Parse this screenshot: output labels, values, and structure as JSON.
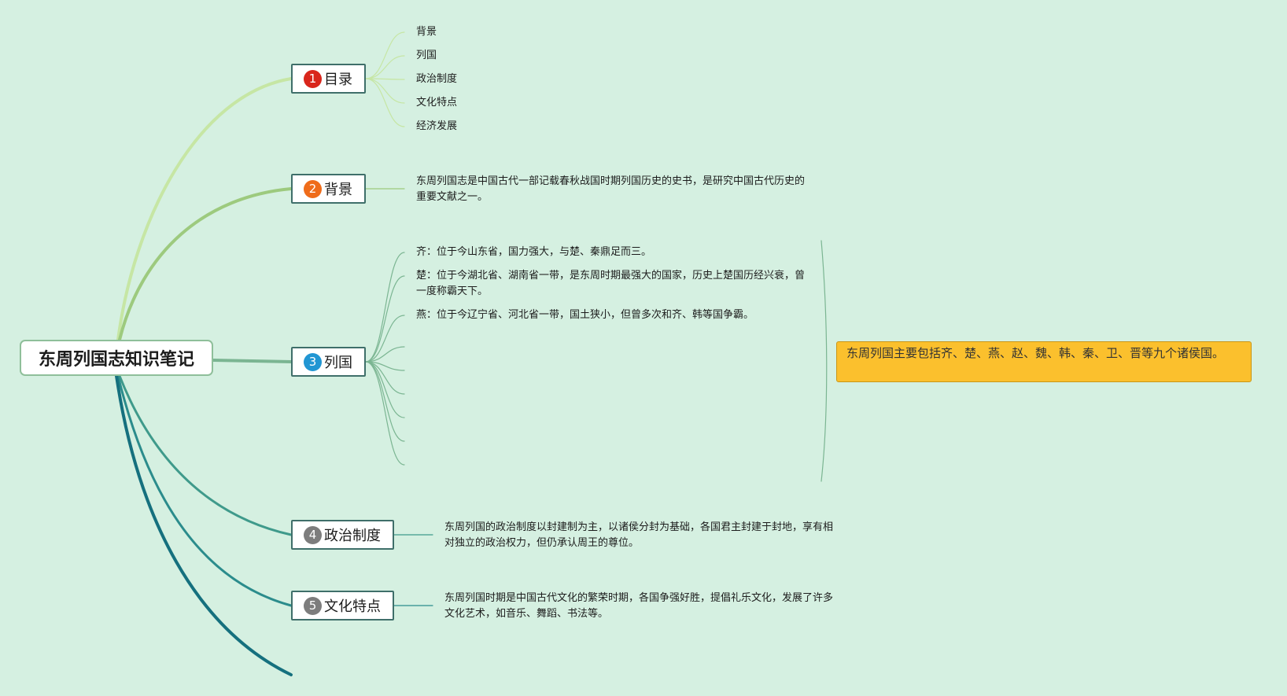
{
  "root": {
    "title": "东周列国志知识笔记"
  },
  "topics": [
    {
      "num": "1",
      "label": "目录",
      "badge_color": "#d9261c",
      "line_color": "#c6e6a4",
      "children": [
        "背景",
        "列国",
        "政治制度",
        "文化特点",
        "经济发展"
      ]
    },
    {
      "num": "2",
      "label": "背景",
      "badge_color": "#ef6c1a",
      "line_color": "#9dca7e",
      "text": "东周列国志是中国古代一部记载春秋战国时期列国历史的史书，是研究中国古代历史的重要文献之一。"
    },
    {
      "num": "3",
      "label": "列国",
      "badge_color": "#2196d3",
      "line_color": "#7bb592",
      "children": [
        "齐：位于今山东省，国力强大，与楚、秦鼎足而三。",
        "楚：位于今湖北省、湖南省一带，是东周时期最强大的国家，历史上楚国历经兴衰，曾一度称霸天下。",
        "燕：位于今辽宁省、河北省一带，国土狭小，但曾多次和齐、韩等国争霸。"
      ],
      "summary": "东周列国主要包括齐、楚、燕、赵、魏、韩、秦、卫、晋等九个诸侯国。"
    },
    {
      "num": "4",
      "label": "政治制度",
      "badge_color": "#7d7d7d",
      "line_color": "#3f9a8b",
      "text": "东周列国的政治制度以封建制为主，以诸侯分封为基础，各国君主封建于封地，享有相对独立的政治权力，但仍承认周王的尊位。"
    },
    {
      "num": "5",
      "label": "文化特点",
      "badge_color": "#7d7d7d",
      "line_color": "#2b8c8c",
      "text": "东周列国时期是中国古代文化的繁荣时期，各国争强好胜，提倡礼乐文化，发展了许多文化艺术，如音乐、舞蹈、书法等。"
    }
  ],
  "colors": {
    "background": "#d5f0e1",
    "callout": "#fbc02d",
    "last_branch": "#15707e"
  }
}
